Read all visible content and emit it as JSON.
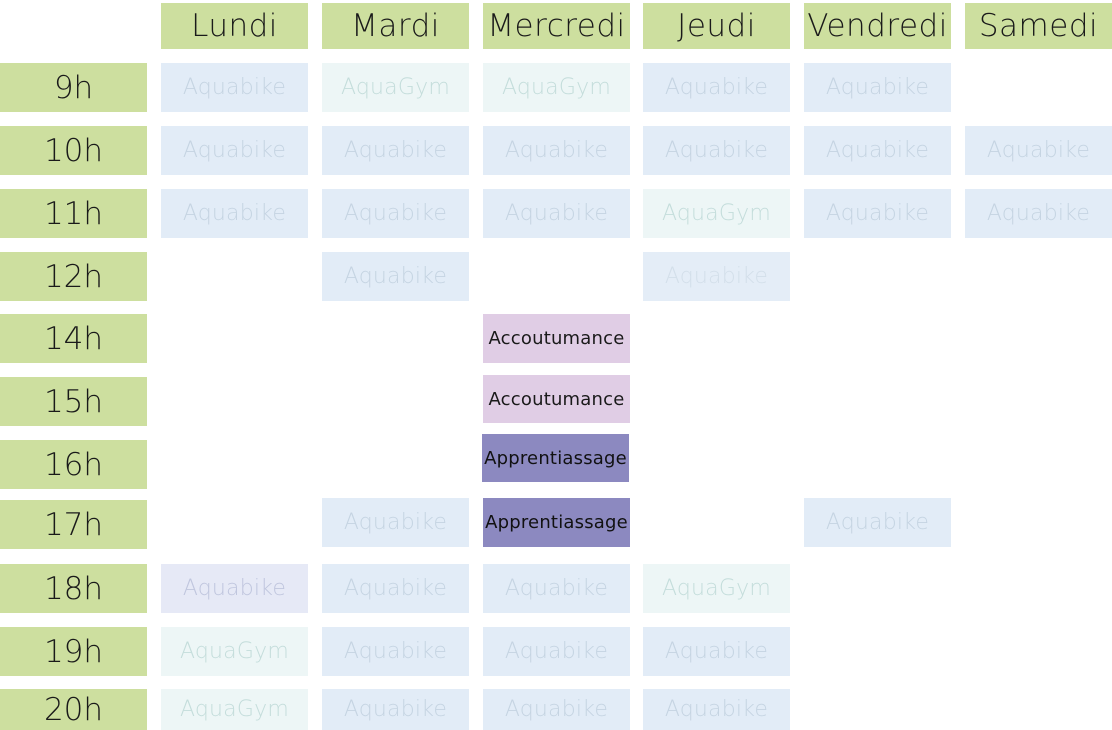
{
  "days": [
    "Lundi",
    "Mardi",
    "Mercredi",
    "Jeudi",
    "Vendredi",
    "Samedi"
  ],
  "hours": [
    "9h",
    "10h",
    "11h",
    "12h",
    "14h",
    "15h",
    "16h",
    "17h",
    "18h",
    "19h",
    "20h"
  ],
  "activity_types": {
    "aquabike": {
      "label": "Aquabike",
      "bg": "#e2ecf7",
      "text": "#c5d4e2"
    },
    "aquagym": {
      "label": "AquaGym",
      "bg": "#edf6f6",
      "text": "#c4dddb"
    },
    "accoutumance": {
      "label": "Accoutumance",
      "bg": "#e0cde5",
      "text": "#1a1a1a"
    },
    "apprentissage": {
      "label": "Apprentiassage",
      "bg": "#8c89c0",
      "text": "#111111"
    }
  },
  "header_color": "#cddf9f",
  "schedule": [
    {
      "hour": "9h",
      "slots": [
        "Aquabike",
        "AquaGym",
        "AquaGym",
        "Aquabike",
        "Aquabike",
        ""
      ]
    },
    {
      "hour": "10h",
      "slots": [
        "Aquabike",
        "Aquabike",
        "Aquabike",
        "Aquabike",
        "Aquabike",
        "Aquabike"
      ]
    },
    {
      "hour": "11h",
      "slots": [
        "Aquabike",
        "Aquabike",
        "Aquabike",
        "AquaGym",
        "Aquabike",
        "Aquabike"
      ]
    },
    {
      "hour": "12h",
      "slots": [
        "",
        "Aquabike",
        "",
        "Aquabike",
        "",
        ""
      ]
    },
    {
      "hour": "14h",
      "slots": [
        "",
        "",
        "Accoutumance",
        "",
        "",
        ""
      ]
    },
    {
      "hour": "15h",
      "slots": [
        "",
        "",
        "Accoutumance",
        "",
        "",
        ""
      ]
    },
    {
      "hour": "16h",
      "slots": [
        "",
        "",
        "Apprentiassage",
        "",
        "",
        ""
      ]
    },
    {
      "hour": "17h",
      "slots": [
        "",
        "Aquabike",
        "Apprentiassage",
        "",
        "Aquabike",
        ""
      ]
    },
    {
      "hour": "18h",
      "slots": [
        "Aquabike",
        "Aquabike",
        "Aquabike",
        "AquaGym",
        "",
        ""
      ]
    },
    {
      "hour": "19h",
      "slots": [
        "AquaGym",
        "Aquabike",
        "Aquabike",
        "Aquabike",
        "",
        ""
      ]
    },
    {
      "hour": "20h",
      "slots": [
        "AquaGym",
        "Aquabike",
        "Aquabike",
        "Aquabike",
        "",
        ""
      ]
    }
  ]
}
